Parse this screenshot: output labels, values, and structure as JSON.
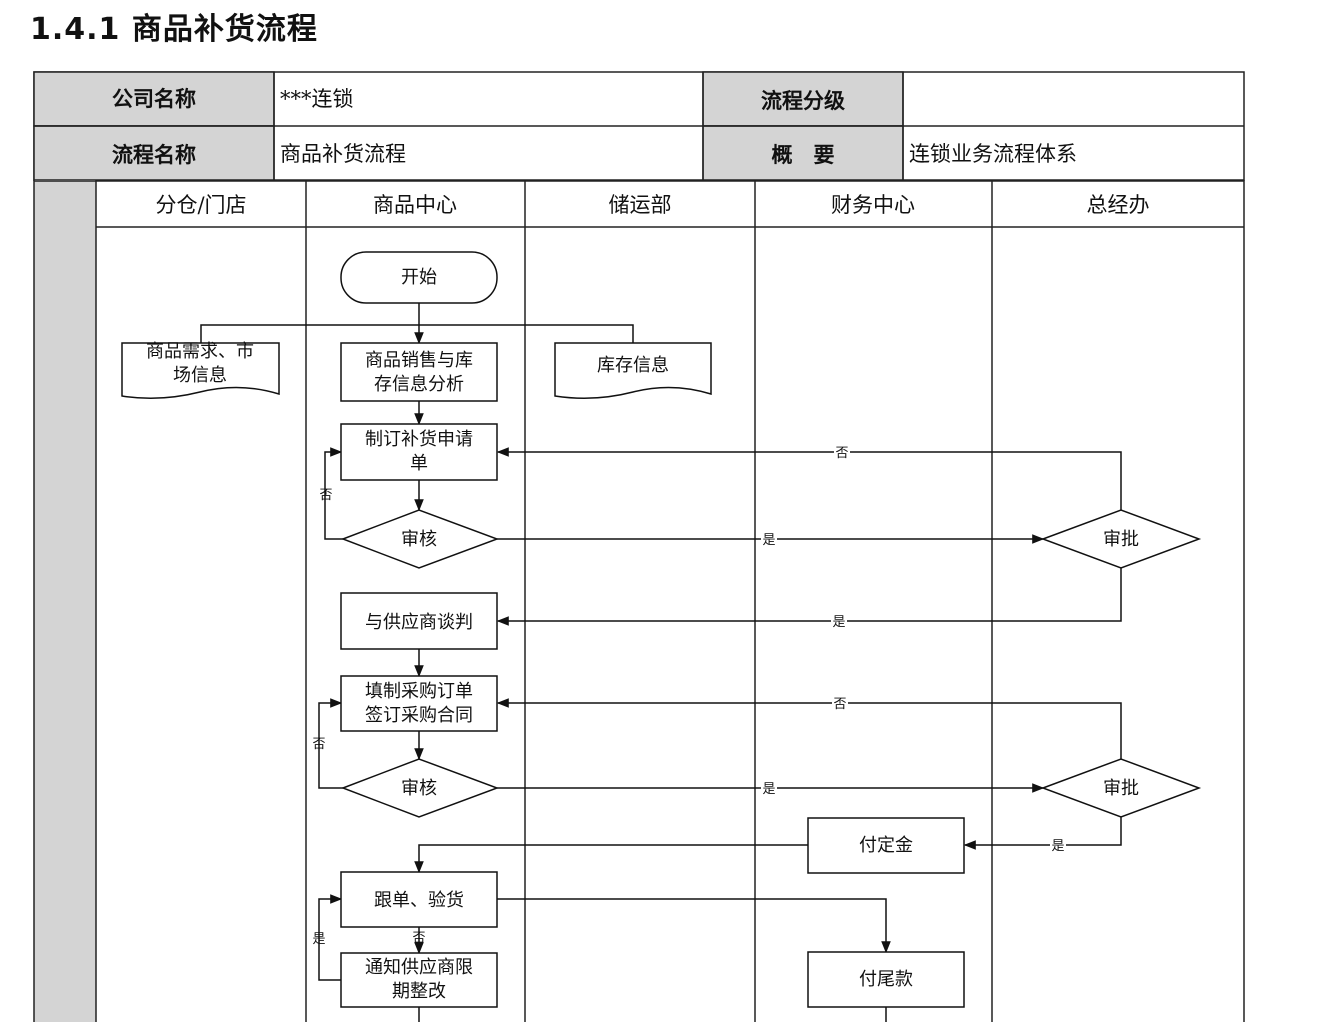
{
  "page_title": "1.4.1 商品补货流程",
  "header": {
    "company_label": "公司名称",
    "company_value": "***连锁",
    "level_label": "流程分级",
    "level_value": "",
    "process_label": "流程名称",
    "process_value": "商品补货流程",
    "summary_label": "概　要",
    "summary_value": "连锁业务流程体系"
  },
  "lanes": [
    "分仓/门店",
    "商品中心",
    "储运部",
    "财务中心",
    "总经办"
  ],
  "nodes": {
    "start": "开始",
    "demand_doc_line1": "商品需求、市",
    "demand_doc_line2": "场信息",
    "analysis_line1": "商品销售与库",
    "analysis_line2": "存信息分析",
    "inventory_doc": "库存信息",
    "request_line1": "制订补货申请",
    "request_line2": "单",
    "review1": "审核",
    "approve1": "审批",
    "negotiate": "与供应商谈判",
    "order_line1": "填制采购订单",
    "order_line2": "签订采购合同",
    "review2": "审核",
    "approve2": "审批",
    "deposit": "付定金",
    "inspect": "跟单、验货",
    "notify_line1": "通知供应商限",
    "notify_line2": "期整改",
    "final_payment": "付尾款"
  },
  "edge_labels": {
    "approve1_no": "否",
    "review1_no": "否",
    "review1_yes": "是",
    "approve1_yes": "是",
    "approve2_no": "否",
    "review2_no": "否",
    "review2_yes": "是",
    "approve2_yes": "是",
    "inspect_no": "否",
    "notify_yes": "是"
  }
}
